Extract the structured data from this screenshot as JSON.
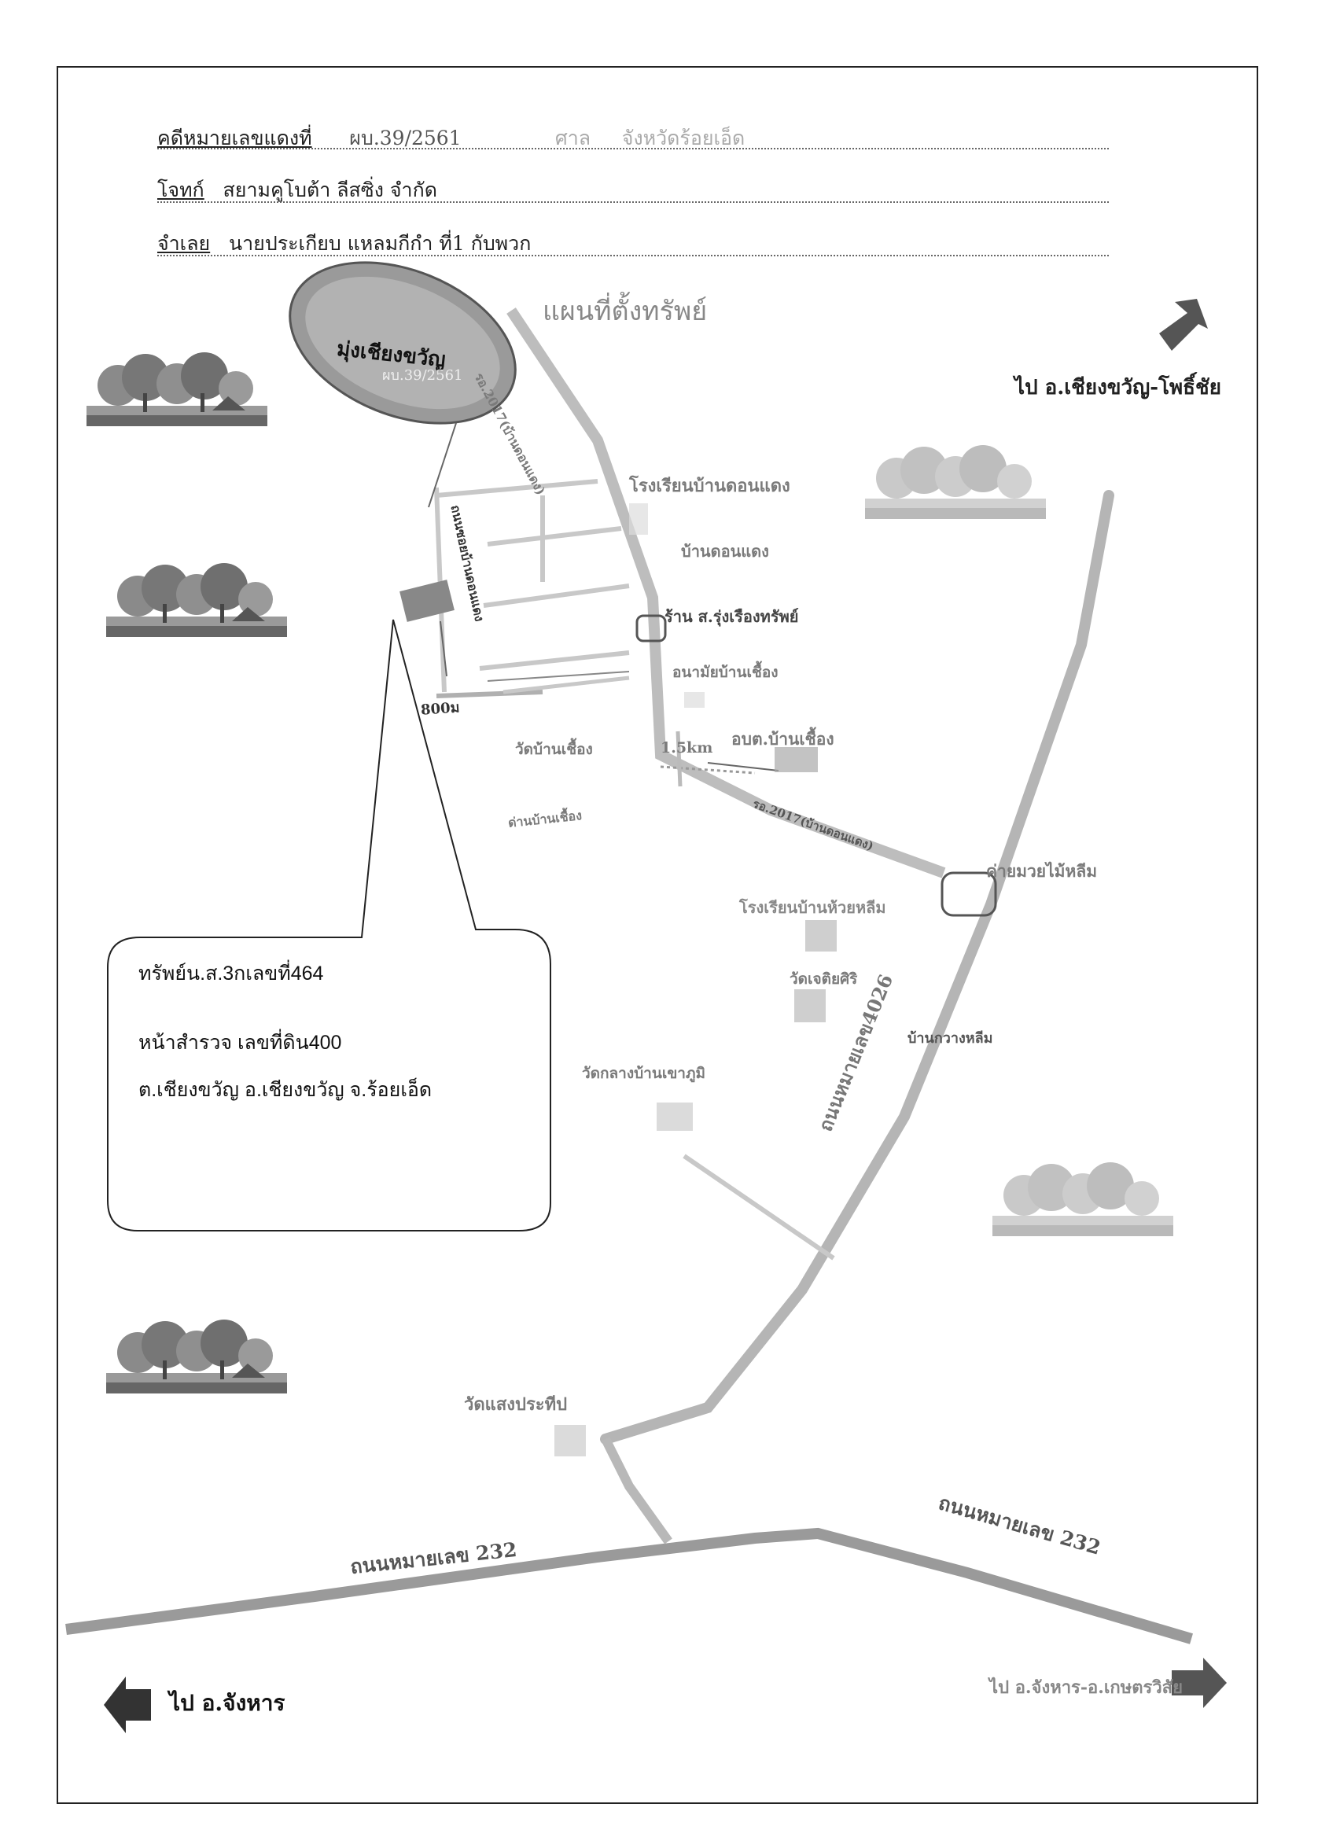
{
  "header": {
    "case_label": "คดีหมายเลขแดงที่",
    "case_number": "ผบ.39/2561",
    "court": "ศาล",
    "court_name": "จังหวัดร้อยเอ็ด",
    "plaintiff_label": "โจทก์",
    "plaintiff_name": "สยามคูโบต้า ลีสซิ่ง จำกัด",
    "defendant_label": "จำเลย",
    "defendant_name": "นายประเกียบ แหลมกีกำ ที่1 กับพวก"
  },
  "map": {
    "title": "แผนที่ตั้งทรัพย์",
    "badge_label": "มุ่งเชียงขวัญ",
    "badge_case": "ผบ.39/2561",
    "distance": "800ม",
    "distance2": "1.5km",
    "places": {
      "school_donhaeng": "โรงเรียนบ้านดอนแดง",
      "ban_donhaeng": "บ้านดอนแดง",
      "shop": "ร้าน ส.รุ่งเรืองทรัพย์",
      "health": "อนามัยบ้านเชื้อง",
      "temple_chuea": "วัดบ้านเชื้อง",
      "tambon_office": "อบต.บ้านเชื้อง",
      "checkpoint": "ด่านบ้านเชื้อง",
      "camp": "ค่ายมวยไม้หลีม",
      "school_huaitlam": "โรงเรียนบ้านห้วยหลีม",
      "wat_chetiyasiri": "วัดเจติยศิริ",
      "ban_huaitlam": "บ้านกวางหลีม",
      "wat_klang": "วัดกลางบ้านเขาภูมิ",
      "wat_saengprathip": "วัดแสงประทีป"
    },
    "roads": {
      "road_upper": "รอ.2017(บ้านดอนแดง)",
      "road_lower": "รอ.2017(บ้านดอนแดง)",
      "soi_label": "ถนนซอยบ้านดอนแดง",
      "road_4026": "ถนนหมายเลข4026",
      "road_232_left": "ถนนหมายเลข 232",
      "road_232_right": "ถนนหมายเลข 232"
    },
    "directions": {
      "northeast": "ไป อ.เชียงขวัญ-โพธิ์ชัย",
      "southeast": "ไป อ.จังหาร-อ.เกษตรวิสัย",
      "southwest": "ไป อ.จังหาร"
    },
    "callout": {
      "line1": "ทรัพย์น.ส.3กเลขที่464",
      "line2": "หน้าสำรวจ  เลขที่ดิน400",
      "line3": "ต.เชียงขวัญ อ.เชียงขวัญ  จ.ร้อยเอ็ด"
    }
  },
  "colors": {
    "road": "#b0b0b0",
    "ink": "#111111",
    "faint": "#7a7a7a",
    "badge": "#8f8f8f"
  },
  "icons": [
    "tree-cluster-icon",
    "arrow-right-icon",
    "arrow-left-icon",
    "building-icon",
    "temple-icon"
  ]
}
